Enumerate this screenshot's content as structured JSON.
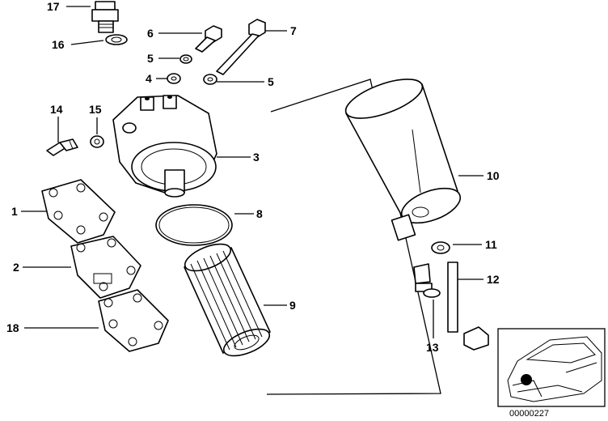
{
  "callouts": [
    {
      "id": "c17",
      "text": "17"
    },
    {
      "id": "c16",
      "text": "16"
    },
    {
      "id": "c6",
      "text": "6"
    },
    {
      "id": "c7",
      "text": "7"
    },
    {
      "id": "c5a",
      "text": "5"
    },
    {
      "id": "c4",
      "text": "4"
    },
    {
      "id": "c5b",
      "text": "5"
    },
    {
      "id": "c14",
      "text": "14"
    },
    {
      "id": "c15",
      "text": "15"
    },
    {
      "id": "c3",
      "text": "3"
    },
    {
      "id": "c10",
      "text": "10"
    },
    {
      "id": "c1",
      "text": "1"
    },
    {
      "id": "c8",
      "text": "8"
    },
    {
      "id": "c2",
      "text": "2"
    },
    {
      "id": "c11",
      "text": "11"
    },
    {
      "id": "c12",
      "text": "12"
    },
    {
      "id": "c9",
      "text": "9"
    },
    {
      "id": "c18",
      "text": "18"
    },
    {
      "id": "c13",
      "text": "13"
    }
  ],
  "inset": {
    "code": "00000227"
  }
}
